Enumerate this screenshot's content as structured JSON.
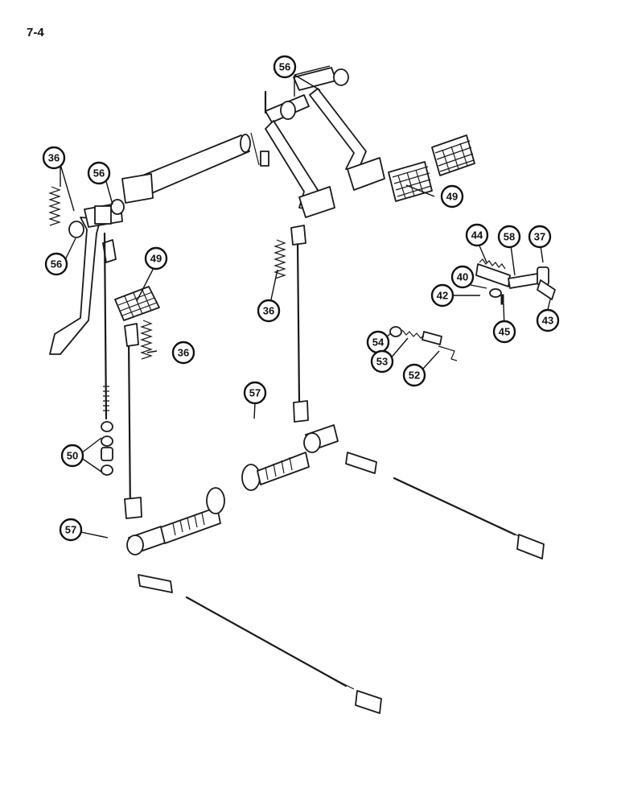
{
  "page_number": "7-4",
  "callouts": [
    {
      "label": "56"
    },
    {
      "label": "36"
    },
    {
      "label": "56"
    },
    {
      "label": "56"
    },
    {
      "label": "49"
    },
    {
      "label": "49"
    },
    {
      "label": "36"
    },
    {
      "label": "36"
    },
    {
      "label": "44"
    },
    {
      "label": "58"
    },
    {
      "label": "37"
    },
    {
      "label": "40"
    },
    {
      "label": "42"
    },
    {
      "label": "45"
    },
    {
      "label": "43"
    },
    {
      "label": "54"
    },
    {
      "label": "53"
    },
    {
      "label": "52"
    },
    {
      "label": "57"
    },
    {
      "label": "50"
    },
    {
      "label": "57"
    }
  ]
}
